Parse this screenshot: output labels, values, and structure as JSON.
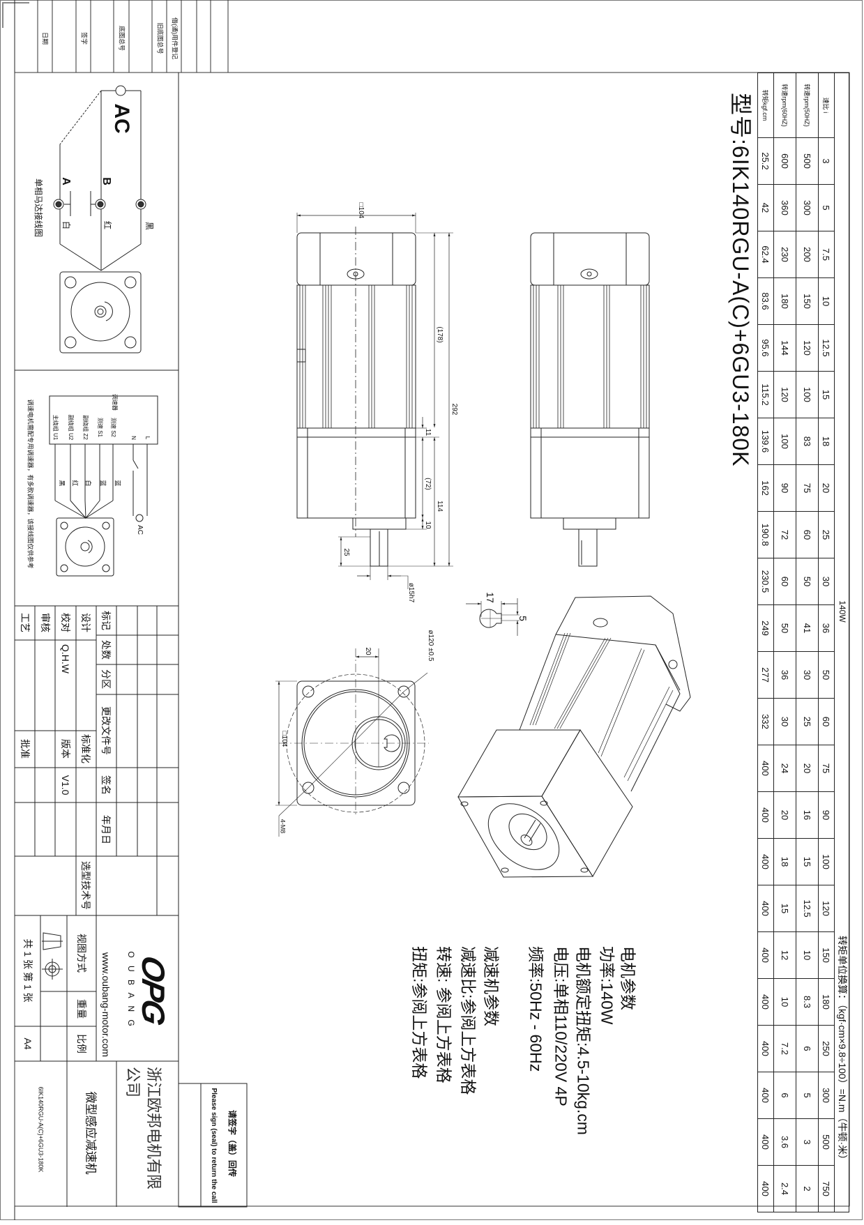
{
  "revision_strip": [
    "日期",
    "签字",
    "底图总号",
    "旧底图总号",
    "借(通)用件登记"
  ],
  "title": "型号:6IK140RGU-A(C)+6GU3-180K",
  "spec_table": {
    "power": "140W",
    "unit_note": "转矩单位换算：（kgf·cm×9.8÷100）=N.m（牛顿·米）",
    "row_labels": [
      "速比 i",
      "转速rpm(50HZ)",
      "转速rpm(60HZ)",
      "转矩kgf.cm"
    ],
    "ratio": [
      "3",
      "5",
      "7.5",
      "10",
      "12.5",
      "15",
      "18",
      "20",
      "25",
      "30",
      "36",
      "50",
      "60",
      "75",
      "90",
      "100",
      "120",
      "150",
      "180",
      "250",
      "300",
      "500",
      "750"
    ],
    "speed_50": [
      "500",
      "300",
      "200",
      "150",
      "120",
      "100",
      "83",
      "75",
      "60",
      "50",
      "41",
      "30",
      "25",
      "20",
      "16",
      "15",
      "12.5",
      "10",
      "8.3",
      "6",
      "5",
      "3",
      "2"
    ],
    "speed_60": [
      "600",
      "360",
      "230",
      "180",
      "144",
      "120",
      "100",
      "90",
      "72",
      "60",
      "50",
      "36",
      "30",
      "24",
      "20",
      "18",
      "15",
      "12",
      "10",
      "7.2",
      "6",
      "3.6",
      "2.4"
    ],
    "torque": [
      "25.2",
      "42",
      "62.4",
      "83.6",
      "95.6",
      "115.2",
      "139.6",
      "162",
      "190.8",
      "230.5",
      "249",
      "277",
      "332",
      "400",
      "400",
      "400",
      "400",
      "400",
      "400",
      "400",
      "400",
      "400",
      "400"
    ]
  },
  "params": {
    "motor_heading": "电机参数",
    "power": "功率:140W",
    "rated_torque": "电机额定扭矩:4.5-10kg.cm",
    "voltage": "电压:单相110/220V 4P",
    "frequency": "频率:50Hz - 60Hz",
    "gearbox_heading": "减速机参数",
    "ratio": "减速比:参阅上方表格",
    "speed": "转速: 参阅上方表格",
    "torque": "扭矩:参阅上方表格"
  },
  "dimensions": {
    "width_top": "□104",
    "length_178": "(178)",
    "total_292": "292",
    "d11": "11",
    "d72": "(72)",
    "d114": "114",
    "d10": "10",
    "d25": "25",
    "shaft": "ø15h7",
    "key_17": "17",
    "key_5": "5",
    "d20": "20",
    "pcd": "ø120 ±0.5",
    "flange": "□104",
    "holes": "4-M8"
  },
  "wiring_single": {
    "ac": "AC",
    "a": "A",
    "b": "B",
    "white": "白",
    "red": "红",
    "black": "黑",
    "caption": "单相马达接线图"
  },
  "wiring_speed": {
    "controller": "调速器",
    "terminals": [
      "主绕组 U1",
      "副绕组 U2",
      "副绕组 Z2",
      "测速 S1",
      "测速 S2",
      "N",
      "L"
    ],
    "colors": [
      "黑",
      "红",
      "白",
      "蓝",
      "蓝"
    ],
    "ac": "AC",
    "note": "调速电机需配专用调速器，有多款调速器，该接线图仅供参考"
  },
  "title_block": {
    "mark": "标记",
    "count": "处数",
    "zone": "分区",
    "change_doc": "更改文件号",
    "sign": "签名",
    "date": "年月日",
    "design": "设计",
    "standard": "标准化",
    "check": "校对",
    "checker": "Q.H.W",
    "version_label": "版本",
    "version": "V1.0",
    "review": "审核",
    "process": "工艺",
    "approve": "批准",
    "selection_no": "选型技术号",
    "view_method": "视图方式",
    "weight": "重量",
    "scale": "比例",
    "sheets": "共 1 张 第 1 张",
    "paper": "A4",
    "logo": "OPG",
    "logo_sub": "O U B A N G",
    "website": "www.oubang-motor.com",
    "company": "浙江欧邦电机有限公司",
    "product": "微型感应减速机",
    "model": "6IK140RGU-A(C)+6GU3-180K"
  },
  "return_note": {
    "cn": "请签字（盖）回传",
    "en": "Please sign (seal) to return the call"
  }
}
